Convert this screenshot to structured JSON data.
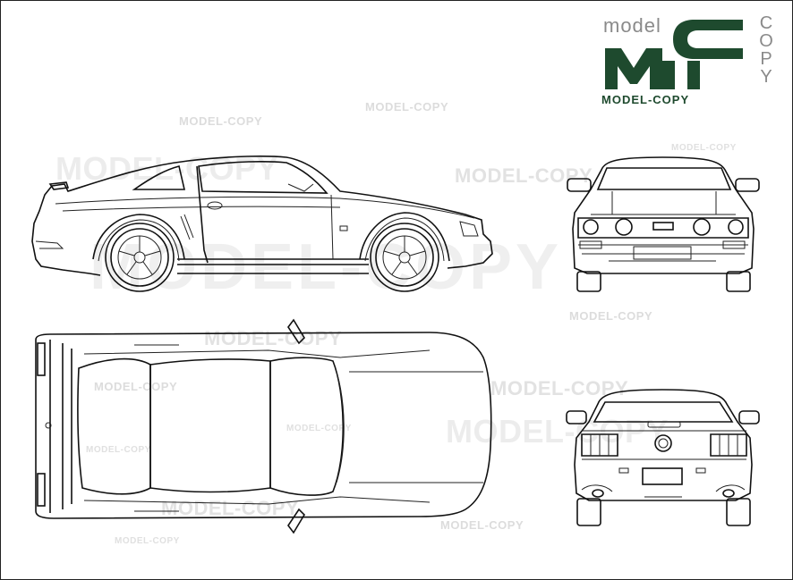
{
  "drawing": {
    "subject": "Car blueprint (coupe) — side, front, top and rear views",
    "views": [
      {
        "id": "side",
        "label": "Side view"
      },
      {
        "id": "front",
        "label": "Front view"
      },
      {
        "id": "top",
        "label": "Top view"
      },
      {
        "id": "rear",
        "label": "Rear view"
      }
    ]
  },
  "logo": {
    "top_text": "model",
    "letters": "MC",
    "vertical_text": "COPY",
    "bottom_text": "MODEL-COPY",
    "colors": {
      "green": "#1e4a2e",
      "gray": "#8a8a8a"
    }
  },
  "watermarks": {
    "text": "MODEL-COPY",
    "big_text": "MODEL-COPY",
    "items": [
      "MODEL-COPY",
      "MODEL-COPY",
      "MODEL-COPY",
      "MODEL-COPY",
      "MODEL-COPY",
      "MODEL-COPY",
      "MODEL-COPY",
      "MODEL-COPY",
      "MODEL-COPY",
      "MODEL-COPY",
      "MODEL-COPY",
      "MODEL-COPY",
      "MODEL-COPY",
      "MODEL-COPY",
      "MODEL-COPY"
    ]
  },
  "colors": {
    "line": "#111111",
    "watermark": "#e2e2e2",
    "background": "#ffffff"
  }
}
